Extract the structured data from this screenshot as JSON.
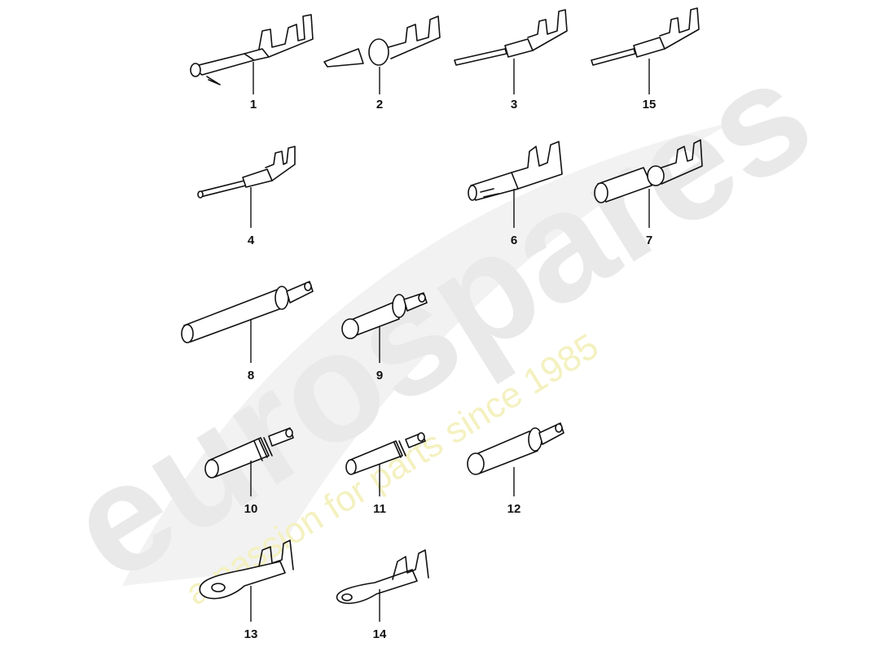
{
  "watermark": {
    "brand": "eurospares",
    "tagline": "a passion for parts since 1985"
  },
  "parts": [
    {
      "id": "1",
      "label": "1"
    },
    {
      "id": "2",
      "label": "2"
    },
    {
      "id": "3",
      "label": "3"
    },
    {
      "id": "15",
      "label": "15"
    },
    {
      "id": "4",
      "label": "4"
    },
    {
      "id": "6",
      "label": "6"
    },
    {
      "id": "7",
      "label": "7"
    },
    {
      "id": "8",
      "label": "8"
    },
    {
      "id": "9",
      "label": "9"
    },
    {
      "id": "10",
      "label": "10"
    },
    {
      "id": "11",
      "label": "11"
    },
    {
      "id": "12",
      "label": "12"
    },
    {
      "id": "13",
      "label": "13"
    },
    {
      "id": "14",
      "label": "14"
    }
  ]
}
